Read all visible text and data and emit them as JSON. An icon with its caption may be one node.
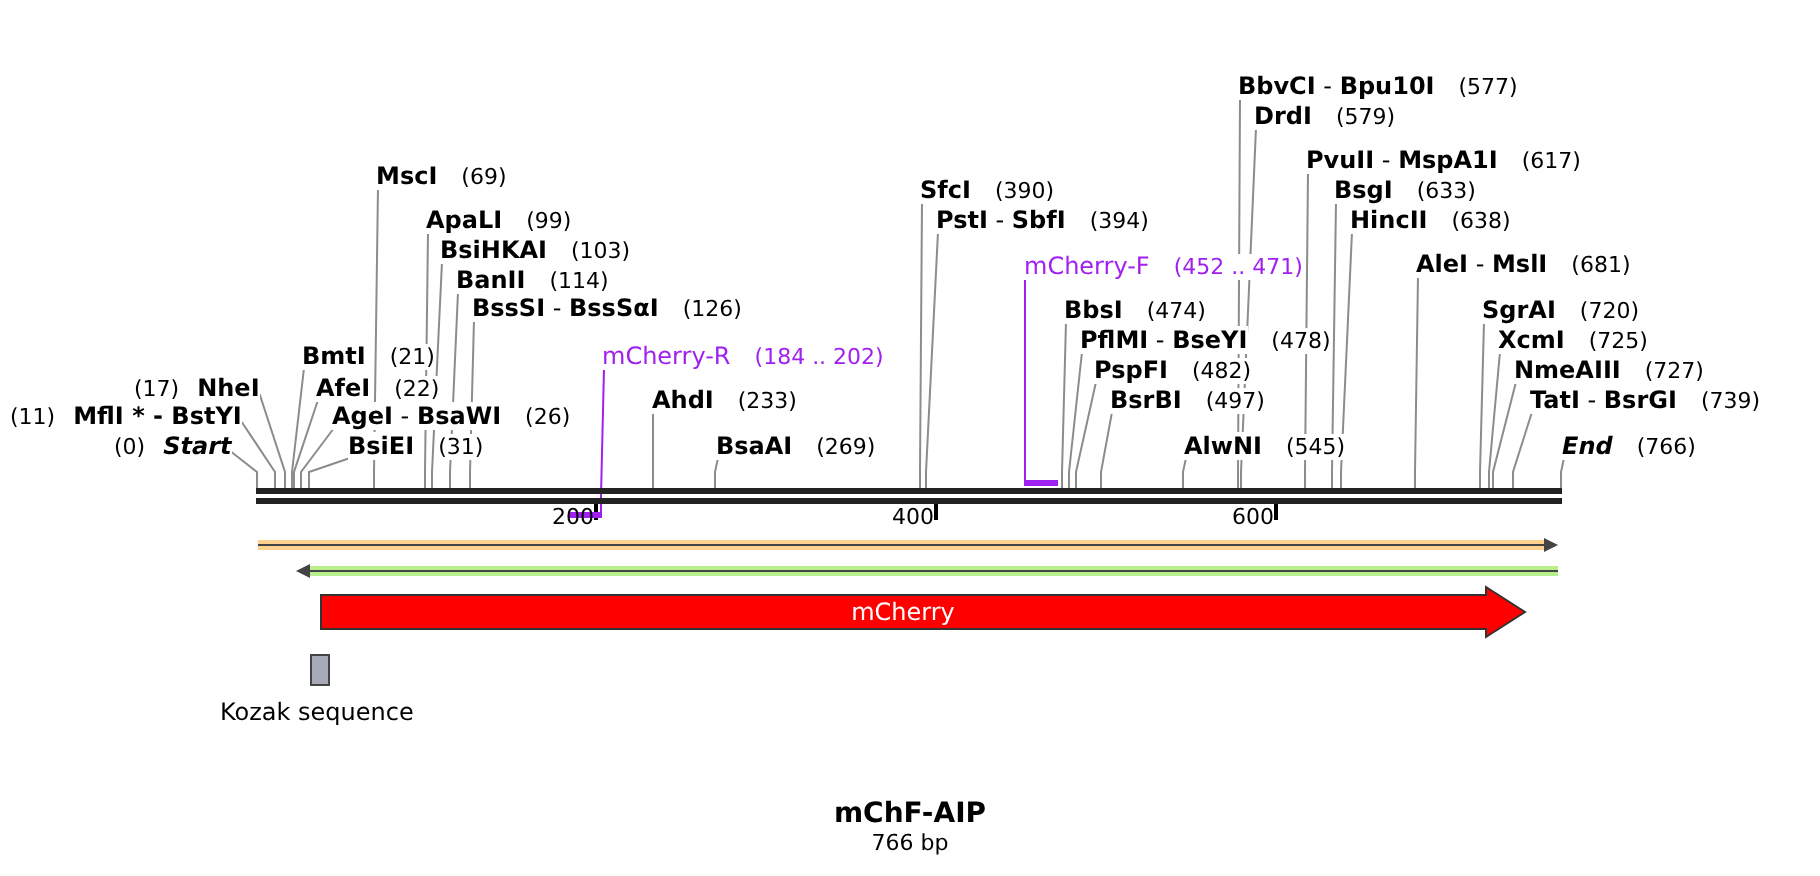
{
  "diagram": {
    "title": "mChF-AIP",
    "caption": "766 bp",
    "nodes": [
      {
        "text": [
          "**BbvCI** - **Bpu10I**",
          "(577)"
        ]
      },
      {
        "text": [
          "DrdI",
          "(579)"
        ]
      },
      {
        "text": [
          "**PvuII** - **MspA1I**",
          "(617)"
        ]
      },
      {
        "text": [
          "MscI",
          "(69)"
        ]
      },
      {
        "text": [
          "SfcI",
          "(390)"
        ]
      },
      {
        "text": [
          "BsgI",
          "(633)"
        ]
      },
      {
        "text": [
          "ApaLI",
          "(99)"
        ]
      },
      {
        "text": [
          "**PstI** - **SbfI**",
          "(394)"
        ]
      },
      {
        "text": [
          "HincII",
          "(638)"
        ]
      },
      {
        "text": [
          "BsiHKAI",
          "(103)"
        ]
      },
      {
        "text": [
          "mCherry-F",
          "(452 .. 471)"
        ]
      },
      {
        "text": [
          "**AleI** - **MslI**",
          "(681)"
        ]
      },
      {
        "text": [
          "BanII",
          "(114)"
        ]
      },
      {
        "text": [
          "**BssSI** - **BssSαI**",
          "(126)"
        ]
      },
      {
        "text": [
          "BbsI",
          "(474)"
        ]
      },
      {
        "text": [
          "SgrAI",
          "(720)"
        ]
      },
      {
        "text": [
          "**PflMI** - **BseYI**",
          "(478)"
        ]
      },
      {
        "text": [
          "XcmI",
          "(725)"
        ]
      },
      {
        "text": [
          "BmtI",
          "(21)"
        ]
      },
      {
        "text": [
          "mCherry-R",
          "(184 .. 202)"
        ]
      },
      {
        "text": [
          "PspFI",
          "(482)"
        ]
      },
      {
        "text": [
          "NmeAIII",
          "(727)"
        ]
      },
      {
        "text": [
          "(17)",
          "NheI"
        ]
      },
      {
        "text": [
          "AfeI",
          "(22)"
        ]
      },
      {
        "text": [
          "AhdI",
          "(233)"
        ]
      },
      {
        "text": [
          "BsrBI",
          "(497)"
        ]
      },
      {
        "text": [
          "**TatI** - **BsrGI**",
          "(739)"
        ]
      },
      {
        "text": [
          "(11)",
          "MflI * - BstYI"
        ]
      },
      {
        "text": [
          "**AgeI** - **BsaWI**",
          "(26)"
        ]
      },
      {
        "text": [
          "(0)",
          "Start"
        ]
      },
      {
        "text": [
          "BsiEI",
          "(31)"
        ]
      },
      {
        "text": [
          "BsaAI",
          "(269)"
        ]
      },
      {
        "text": [
          "AlwNI",
          "(545)"
        ]
      },
      {
        "text": [
          "End",
          "(766)"
        ]
      },
      {
        "text": [],
        "shape": "bar"
      },
      {
        "text": [],
        "shape": "bar"
      },
      {
        "text": [],
        "shape": "bar"
      },
      {
        "text": [
          "mCherry"
        ]
      },
      {
        "text": [
          "Kozak sequence"
        ]
      }
    ],
    "edges": [
      {
        "from": 0,
        "to": 35,
        "arrow": "none"
      },
      {
        "from": 1,
        "to": 35,
        "arrow": "none"
      },
      {
        "from": 2,
        "to": 35,
        "arrow": "none"
      },
      {
        "from": 3,
        "to": 35,
        "arrow": "none"
      },
      {
        "from": 4,
        "to": 35,
        "arrow": "none"
      },
      {
        "from": 5,
        "to": 35,
        "arrow": "none"
      },
      {
        "from": 6,
        "to": 35,
        "arrow": "none"
      },
      {
        "from": 7,
        "to": 35,
        "arrow": "none"
      },
      {
        "from": 8,
        "to": 35,
        "arrow": "none"
      },
      {
        "from": 9,
        "to": 35,
        "arrow": "none"
      },
      {
        "from": 10,
        "to": 34,
        "arrow": "none",
        "color": "#a020f0"
      },
      {
        "from": 11,
        "to": 35,
        "arrow": "none"
      },
      {
        "from": 12,
        "to": 35,
        "arrow": "none"
      },
      {
        "from": 13,
        "to": 35,
        "arrow": "none"
      },
      {
        "from": 14,
        "to": 35,
        "arrow": "none"
      },
      {
        "from": 15,
        "to": 35,
        "arrow": "none"
      },
      {
        "from": 16,
        "to": 35,
        "arrow": "none"
      },
      {
        "from": 17,
        "to": 35,
        "arrow": "none"
      },
      {
        "from": 18,
        "to": 35,
        "arrow": "none"
      },
      {
        "from": 19,
        "to": 36,
        "arrow": "none",
        "color": "#a020f0"
      },
      {
        "from": 20,
        "to": 35,
        "arrow": "none"
      },
      {
        "from": 21,
        "to": 35,
        "arrow": "none"
      },
      {
        "from": 22,
        "to": 35,
        "arrow": "none"
      },
      {
        "from": 23,
        "to": 35,
        "arrow": "none"
      },
      {
        "from": 24,
        "to": 35,
        "arrow": "none"
      },
      {
        "from": 25,
        "to": 35,
        "arrow": "none"
      },
      {
        "from": 26,
        "to": 35,
        "arrow": "none"
      },
      {
        "from": 27,
        "to": 35,
        "arrow": "none"
      },
      {
        "from": 28,
        "to": 35,
        "arrow": "none"
      },
      {
        "from": 29,
        "to": 35,
        "arrow": "none"
      },
      {
        "from": 30,
        "to": 35,
        "arrow": "none"
      },
      {
        "from": 31,
        "to": 35,
        "arrow": "none"
      },
      {
        "from": 32,
        "to": 35,
        "arrow": "none"
      },
      {
        "from": 33,
        "to": 35,
        "arrow": "none"
      }
    ],
    "labels": [
      "200",
      "400",
      "600"
    ]
  }
}
